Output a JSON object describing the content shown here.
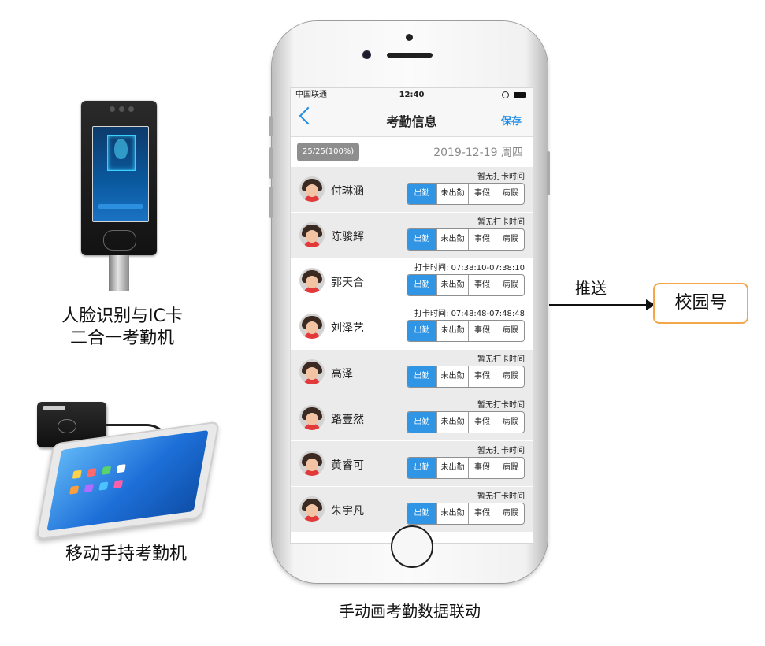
{
  "devices": {
    "face_terminal_label_line1": "人脸识别与IC卡",
    "face_terminal_label_line2": "二合一考勤机",
    "handheld_label": "移动手持考勤机"
  },
  "phone": {
    "status": {
      "carrier": "中国联通",
      "time": "12:40"
    },
    "nav": {
      "title": "考勤信息",
      "save_label": "保存"
    },
    "summary": {
      "badge": "25/25(100%)",
      "date": "2019-12-19 周四"
    },
    "segment_labels": [
      "出勤",
      "未出勤",
      "事假",
      "病假"
    ],
    "students": [
      {
        "name": "付琳涵",
        "punch": "暂无打卡时间",
        "bg": "grey"
      },
      {
        "name": "陈骏辉",
        "punch": "暂无打卡时间",
        "bg": "grey"
      },
      {
        "name": "郭天合",
        "punch": "打卡时间: 07:38:10-07:38:10",
        "bg": "white"
      },
      {
        "name": "刘泽艺",
        "punch": "打卡时间: 07:48:48-07:48:48",
        "bg": "white"
      },
      {
        "name": "高泽",
        "punch": "暂无打卡时间",
        "bg": "grey"
      },
      {
        "name": "路壹然",
        "punch": "暂无打卡时间",
        "bg": "grey"
      },
      {
        "name": "黄睿可",
        "punch": "暂无打卡时间",
        "bg": "grey"
      },
      {
        "name": "朱宇凡",
        "punch": "暂无打卡时间",
        "bg": "grey"
      }
    ],
    "caption": "手动画考勤数据联动"
  },
  "flow": {
    "push_label": "推送",
    "target_label": "校园号"
  },
  "colors": {
    "accent": "#2f95e4",
    "target_border": "#f3a64a",
    "badge_bg": "#8e8e8e"
  }
}
